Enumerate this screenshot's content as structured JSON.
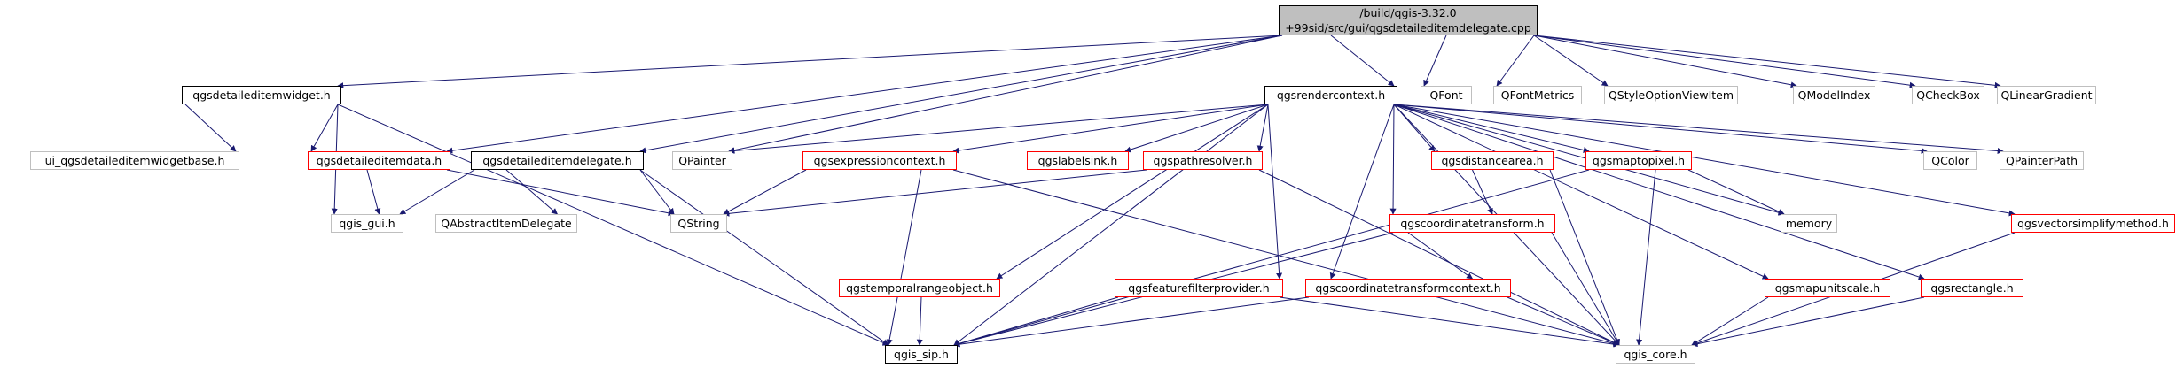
{
  "colors": {
    "edge": "#191970",
    "documented_border": "#000000",
    "undocumented_border": "#ff0000",
    "external_border": "#bfbfbf",
    "root_fill": "#bfbfbf"
  },
  "nodes": {
    "root": {
      "line1": "/build/qgis-3.32.0",
      "line2": "+99sid/src/gui/qgsdetaileditemdelegate.cpp"
    },
    "qgsdetaileditemwidget_h": "qgsdetaileditemwidget.h",
    "qgsrendercontext_h": "qgsrendercontext.h",
    "QFont": "QFont",
    "QFontMetrics": "QFontMetrics",
    "QStyleOptionViewItem": "QStyleOptionViewItem",
    "QModelIndex": "QModelIndex",
    "QCheckBox": "QCheckBox",
    "QLinearGradient": "QLinearGradient",
    "ui_qgsdetaileditemwidgetbase_h": "ui_qgsdetaileditemwidgetbase.h",
    "qgsdetaileditemdata_h": "qgsdetaileditemdata.h",
    "qgsdetaileditemdelegate_h": "qgsdetaileditemdelegate.h",
    "QPainter": "QPainter",
    "qgsexpressioncontext_h": "qgsexpressioncontext.h",
    "qgslabelsink_h": "qgslabelsink.h",
    "qgspathresolver_h": "qgspathresolver.h",
    "qgsdistancearea_h": "qgsdistancearea.h",
    "qgsmaptopixel_h": "qgsmaptopixel.h",
    "QColor": "QColor",
    "QPainterPath": "QPainterPath",
    "qgis_gui_h": "qgis_gui.h",
    "QAbstractItemDelegate": "QAbstractItemDelegate",
    "QString": "QString",
    "qgscoordinatetransform_h": "qgscoordinatetransform.h",
    "memory": "memory",
    "qgsvectorsimplifymethod_h": "qgsvectorsimplifymethod.h",
    "qgstemporalrangeobject_h": "qgstemporalrangeobject.h",
    "qgsfeaturefilterprovider_h": "qgsfeaturefilterprovider.h",
    "qgscoordinatetransformcontext_h": "qgscoordinatetransformcontext.h",
    "qgsmapunitscale_h": "qgsmapunitscale.h",
    "qgsrectangle_h": "qgsrectangle.h",
    "qgis_sip_h": "qgis_sip.h",
    "qgis_core_h": "qgis_core.h"
  },
  "edges": [
    [
      "root",
      "qgsdetaileditemwidget_h"
    ],
    [
      "root",
      "qgsrendercontext_h"
    ],
    [
      "root",
      "QFont"
    ],
    [
      "root",
      "QFontMetrics"
    ],
    [
      "root",
      "QStyleOptionViewItem"
    ],
    [
      "root",
      "QModelIndex"
    ],
    [
      "root",
      "QCheckBox"
    ],
    [
      "root",
      "QLinearGradient"
    ],
    [
      "root",
      "qgsdetaileditemdata_h"
    ],
    [
      "root",
      "qgsdetaileditemdelegate_h"
    ],
    [
      "root",
      "QPainter"
    ],
    [
      "qgsdetaileditemwidget_h",
      "ui_qgsdetaileditemwidgetbase_h"
    ],
    [
      "qgsdetaileditemwidget_h",
      "qgsdetaileditemdata_h"
    ],
    [
      "qgsdetaileditemwidget_h",
      "qgis_gui_h"
    ],
    [
      "qgsdetaileditemwidget_h",
      "qgis_sip_h"
    ],
    [
      "qgsdetaileditemdata_h",
      "qgis_gui_h"
    ],
    [
      "qgsdetaileditemdata_h",
      "QString"
    ],
    [
      "qgsdetaileditemdelegate_h",
      "qgis_gui_h"
    ],
    [
      "qgsdetaileditemdelegate_h",
      "QAbstractItemDelegate"
    ],
    [
      "qgsdetaileditemdelegate_h",
      "QString"
    ],
    [
      "qgsdetaileditemdelegate_h",
      "qgis_sip_h"
    ],
    [
      "qgsrendercontext_h",
      "QPainter"
    ],
    [
      "qgsrendercontext_h",
      "qgsexpressioncontext_h"
    ],
    [
      "qgsrendercontext_h",
      "qgslabelsink_h"
    ],
    [
      "qgsrendercontext_h",
      "qgspathresolver_h"
    ],
    [
      "qgsrendercontext_h",
      "qgsdistancearea_h"
    ],
    [
      "qgsrendercontext_h",
      "qgsmaptopixel_h"
    ],
    [
      "qgsrendercontext_h",
      "QColor"
    ],
    [
      "qgsrendercontext_h",
      "QPainterPath"
    ],
    [
      "qgsrendercontext_h",
      "memory"
    ],
    [
      "qgsrendercontext_h",
      "qgsvectorsimplifymethod_h"
    ],
    [
      "qgsrendercontext_h",
      "qgscoordinatetransform_h"
    ],
    [
      "qgsrendercontext_h",
      "qgstemporalrangeobject_h"
    ],
    [
      "qgsrendercontext_h",
      "qgsfeaturefilterprovider_h"
    ],
    [
      "qgsrendercontext_h",
      "qgscoordinatetransformcontext_h"
    ],
    [
      "qgsrendercontext_h",
      "qgsmapunitscale_h"
    ],
    [
      "qgsrendercontext_h",
      "qgsrectangle_h"
    ],
    [
      "qgsrendercontext_h",
      "qgis_sip_h"
    ],
    [
      "qgsrendercontext_h",
      "qgis_core_h"
    ],
    [
      "qgsexpressioncontext_h",
      "QString"
    ],
    [
      "qgsexpressioncontext_h",
      "qgis_sip_h"
    ],
    [
      "qgsexpressioncontext_h",
      "qgis_core_h"
    ],
    [
      "qgspathresolver_h",
      "QString"
    ],
    [
      "qgspathresolver_h",
      "qgis_core_h"
    ],
    [
      "qgsdistancearea_h",
      "qgscoordinatetransform_h"
    ],
    [
      "qgsdistancearea_h",
      "qgis_core_h"
    ],
    [
      "qgsmaptopixel_h",
      "memory"
    ],
    [
      "qgsmaptopixel_h",
      "qgis_sip_h"
    ],
    [
      "qgsmaptopixel_h",
      "qgis_core_h"
    ],
    [
      "qgscoordinatetransform_h",
      "qgscoordinatetransformcontext_h"
    ],
    [
      "qgscoordinatetransform_h",
      "qgis_sip_h"
    ],
    [
      "qgscoordinatetransform_h",
      "qgis_core_h"
    ],
    [
      "qgstemporalrangeobject_h",
      "qgis_sip_h"
    ],
    [
      "qgsfeaturefilterprovider_h",
      "qgis_sip_h"
    ],
    [
      "qgsfeaturefilterprovider_h",
      "qgis_core_h"
    ],
    [
      "qgscoordinatetransformcontext_h",
      "qgis_sip_h"
    ],
    [
      "qgscoordinatetransformcontext_h",
      "qgis_core_h"
    ],
    [
      "qgsmapunitscale_h",
      "qgis_core_h"
    ],
    [
      "qgsrectangle_h",
      "qgis_core_h"
    ],
    [
      "qgsvectorsimplifymethod_h",
      "qgis_core_h"
    ]
  ]
}
